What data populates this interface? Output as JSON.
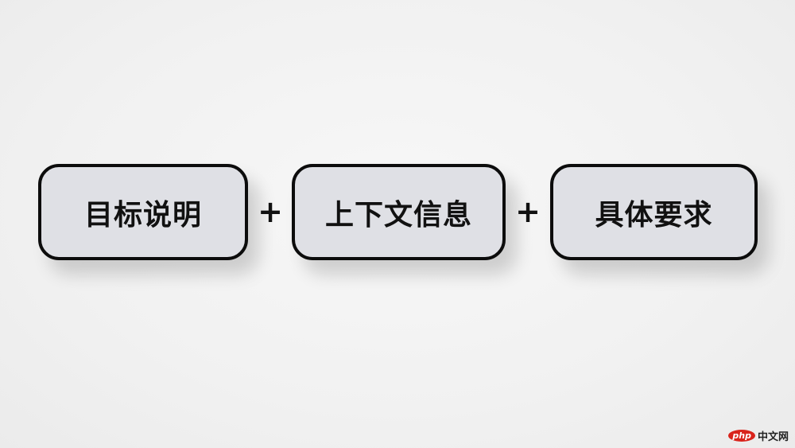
{
  "diagram": {
    "blocks": [
      {
        "label": "目标说明"
      },
      {
        "label": "上下文信息"
      },
      {
        "label": "具体要求"
      }
    ],
    "operators": [
      "+",
      "+"
    ],
    "colors": {
      "block_fill": "#dfe0e5",
      "block_border": "#0c0c0c",
      "background": "#f2f2f2"
    }
  },
  "watermark": {
    "logo": "php",
    "text": "中文网"
  }
}
